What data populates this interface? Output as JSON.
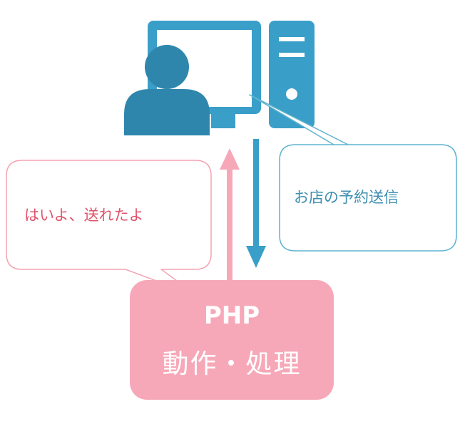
{
  "colors": {
    "blue": "#3a9fc8",
    "blue_dark": "#2e86ad",
    "blue_outline": "#5fb3cf",
    "pink": "#f7a8b8",
    "pink_outline": "#f5a3b3",
    "pink_text": "#e0536a",
    "blue_text": "#3f8fb0"
  },
  "icons": {
    "user": "user-icon",
    "monitor": "monitor-icon",
    "tower": "pc-tower-icon"
  },
  "bubbles": {
    "response": "はいよ、送れたよ",
    "request": "お店の予約送信"
  },
  "server_box": {
    "title": "PHP",
    "subtitle": "動作・処理"
  }
}
